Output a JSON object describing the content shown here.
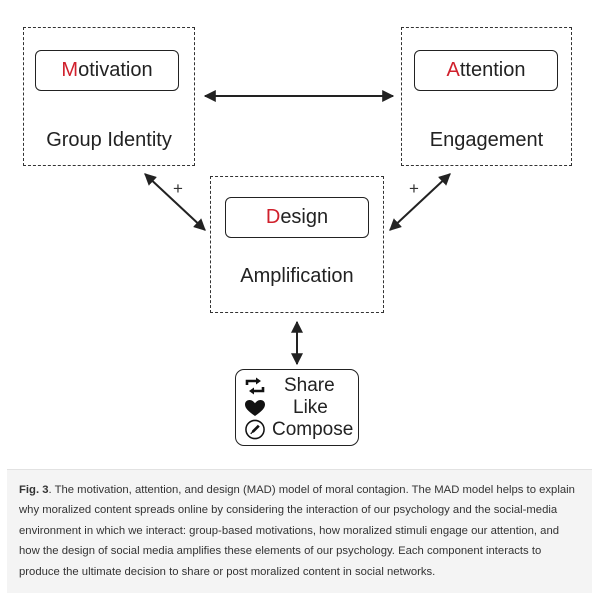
{
  "diagram": {
    "motivation": {
      "initial": "M",
      "rest": "otivation",
      "label": "Group Identity"
    },
    "attention": {
      "initial": "A",
      "rest": "ttention",
      "label": "Engagement"
    },
    "design": {
      "initial": "D",
      "rest": "esign",
      "label": "Amplification"
    },
    "left_plus": "+",
    "right_plus": "+",
    "actions": [
      {
        "icon": "retweet-icon",
        "label": "Share"
      },
      {
        "icon": "heart-icon",
        "label": "Like"
      },
      {
        "icon": "compose-icon",
        "label": "Compose"
      }
    ]
  },
  "caption": {
    "fig_label": "Fig. 3",
    "text": ". The motivation, attention, and design (MAD) model of moral contagion. The MAD model helps to explain why moralized content spreads online by considering the interaction of our psychology and the social-media environment in which we interact: group-based motivations, how moralized stimuli engage our attention, and how the design of social media amplifies these elements of our psychology. Each component interacts to produce the ultimate decision to share or post moralized content in social networks."
  },
  "colors": {
    "accent": "#d0202c",
    "caption_bg": "#f4f4f4",
    "stroke": "#222222"
  }
}
